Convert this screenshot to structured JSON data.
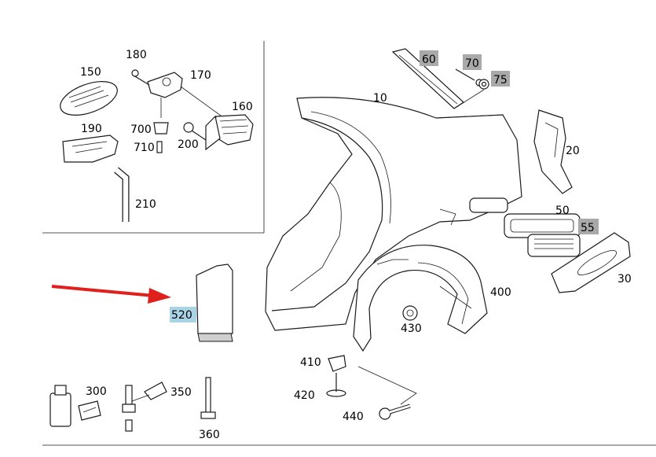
{
  "labels": {
    "p10": "10",
    "p20": "20",
    "p30": "30",
    "p50": "50",
    "p55": "55",
    "p60": "60",
    "p70": "70",
    "p75": "75",
    "p150": "150",
    "p160": "160",
    "p170": "170",
    "p180": "180",
    "p190": "190",
    "p200": "200",
    "p210": "210",
    "p300": "300",
    "p350": "350",
    "p360": "360",
    "p400": "400",
    "p410": "410",
    "p420": "420",
    "p430": "430",
    "p440": "440",
    "p520": "520",
    "p700": "700",
    "p710": "710"
  },
  "colors": {
    "arrow": "#e0201c",
    "badge_gray": "#a9a9a9",
    "badge_blue": "#a8d4e6",
    "frame": "#333333"
  }
}
